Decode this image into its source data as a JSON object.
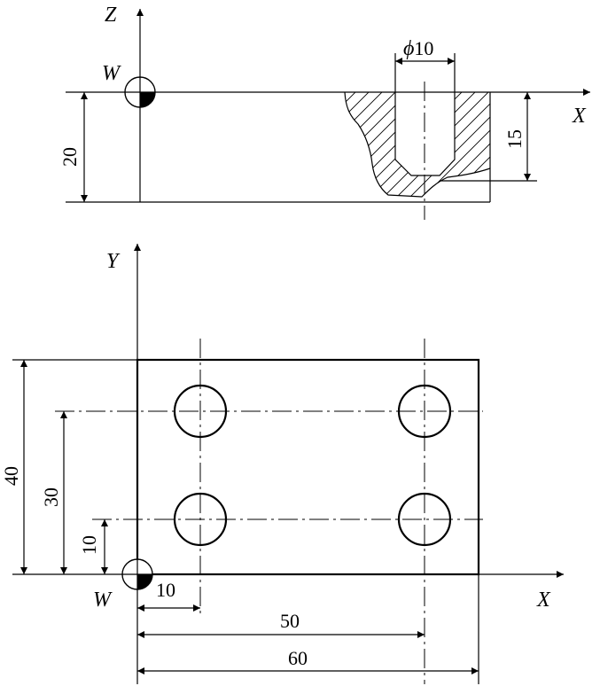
{
  "axes": {
    "side_view": {
      "horizontal": "X",
      "vertical": "Z",
      "origin": "W"
    },
    "top_view": {
      "horizontal": "X",
      "vertical": "Y",
      "origin": "W"
    }
  },
  "dimensions": {
    "hole_diameter_symbol": "ϕ",
    "hole_diameter_value": "10",
    "hole_depth": "15",
    "part_thickness": "20",
    "part_width": "40",
    "hole_row_spacing": "30",
    "first_row_y": "10",
    "first_col_x": "10",
    "second_col_x": "50",
    "part_length": "60"
  }
}
